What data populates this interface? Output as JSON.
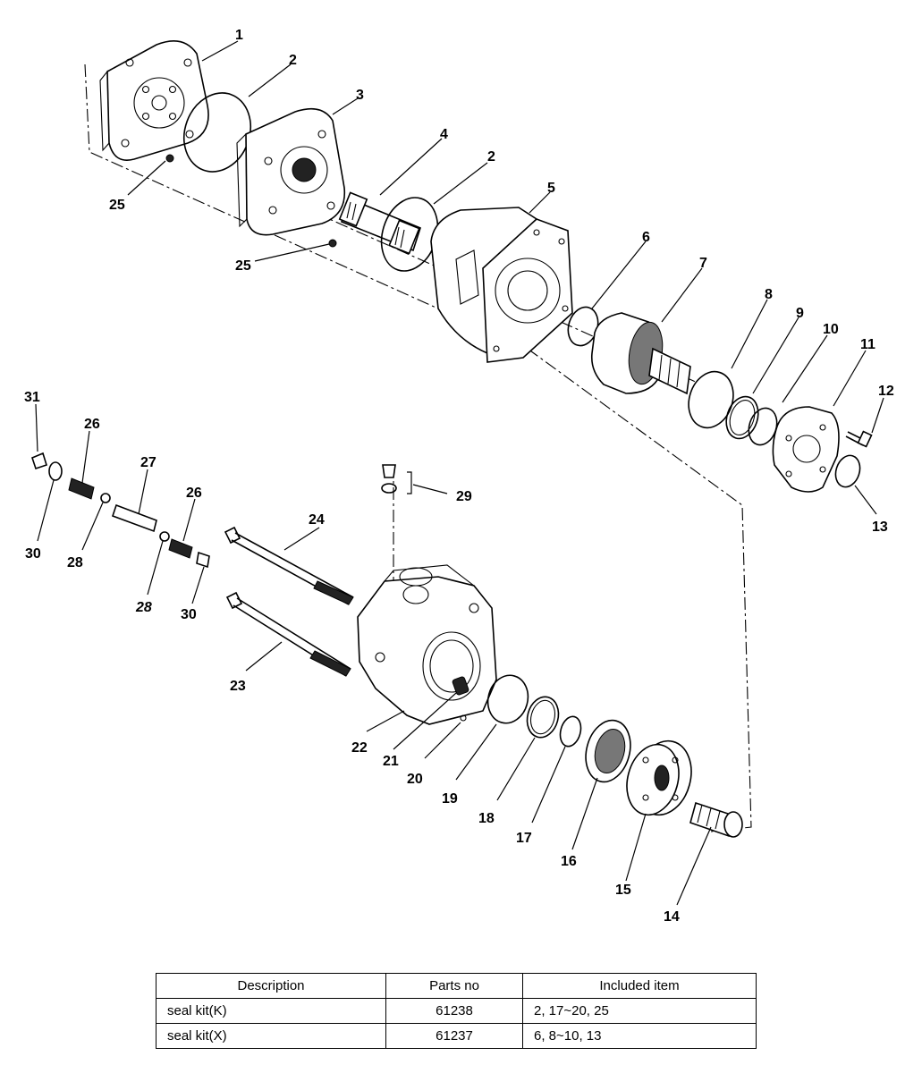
{
  "labels": {
    "p1": "1",
    "p2a": "2",
    "p2b": "2",
    "p3": "3",
    "p4": "4",
    "p5": "5",
    "p6": "6",
    "p7": "7",
    "p8": "8",
    "p9": "9",
    "p10": "10",
    "p11": "11",
    "p12": "12",
    "p13": "13",
    "p14": "14",
    "p15": "15",
    "p16": "16",
    "p17": "17",
    "p18": "18",
    "p19": "19",
    "p20": "20",
    "p21": "21",
    "p22": "22",
    "p23": "23",
    "p24": "24",
    "p25a": "25",
    "p25b": "25",
    "p26a": "26",
    "p26b": "26",
    "p27": "27",
    "p28a": "28",
    "p28b": "28",
    "p29": "29",
    "p30a": "30",
    "p30b": "30",
    "p31": "31"
  },
  "table": {
    "headers": [
      "Description",
      "Parts no",
      "Included item"
    ],
    "rows": [
      [
        "seal kit(K)",
        "61238",
        "2, 17~20, 25"
      ],
      [
        "seal kit(X)",
        "61237",
        "6, 8~10, 13"
      ]
    ]
  }
}
